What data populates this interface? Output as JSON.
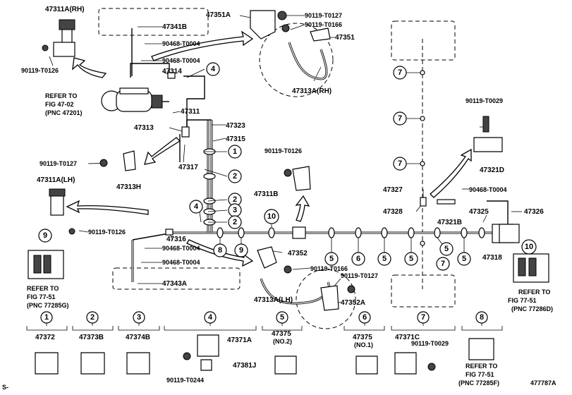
{
  "diagram_id": "477787A",
  "corner_mark": "S-",
  "labels": {
    "p47311a_rh": "47311A(RH)",
    "p47341b": "47341B",
    "p90468_t0004_a": "90468-T0004",
    "p90468_t0004_b": "90468-T0004",
    "p47314": "47314",
    "p90119_t0126_a": "90119-T0126",
    "refer_to_a": "REFER TO",
    "fig_47_02": "FIG 47-02",
    "pnc_47201": "(PNC 47201)",
    "p47311": "47311",
    "p47313": "47313",
    "p47323": "47323",
    "p47315": "47315",
    "p47317": "47317",
    "p90119_t0127_a": "90119-T0127",
    "p47313h": "47313H",
    "p47351a": "47351A",
    "p90119_t0127_b": "90119-T0127",
    "p90119_t0166_a": "90119-T0166",
    "p47351": "47351",
    "p47313a_rh": "47313A(RH)",
    "p90119_t0126_b": "90119-T0126",
    "p47311b": "47311B",
    "p47311a_lh": "47311A(LH)",
    "p90119_t0126_c": "90119-T0126",
    "p47316": "47316",
    "p90468_t0004_c": "90468-T0004",
    "p90468_t0004_d": "90468-T0004",
    "p47343a": "47343A",
    "p47352": "47352",
    "p90119_t0166_b": "90119-T0166",
    "p90119_t0127_c": "90119-T0127",
    "p47313a_lh": "47313A(LH)",
    "p47352a": "47352A",
    "p90119_t0029_a": "90119-T0029",
    "p47321d": "47321D",
    "p47327": "47327",
    "p90468_t0004_e": "90468-T0004",
    "p47328": "47328",
    "p47321b": "47321B",
    "p47325": "47325",
    "p47326": "47326",
    "p47318": "47318",
    "refer_to_b": "REFER TO",
    "fig_77_51_b": "FIG 77-51",
    "pnc_77285g": "(PNC 77285G)",
    "refer_to_c": "REFER TO",
    "fig_77_51_c": "FIG 77-51",
    "pnc_77286d": "(PNC 77286D)",
    "p47372": "47372",
    "p47373b": "47373B",
    "p47374b": "47374B",
    "p47371a": "47371A",
    "p47381j": "47381J",
    "p90119_t0244": "90119-T0244",
    "p47375_no2": "47375",
    "no2": "(NO.2)",
    "p47375_no1": "47375",
    "no1": "(NO.1)",
    "p47371c": "47371C",
    "p90119_t0029_b": "90119-T0029",
    "refer_to_d": "REFER TO",
    "fig_77_51_d": "FIG 77-51",
    "pnc_77285f": "(PNC 77285F)"
  },
  "callouts": {
    "n1": "1",
    "n2": "2",
    "n3": "3",
    "n4": "4",
    "n5": "5",
    "n6": "6",
    "n7": "7",
    "n8": "8",
    "n9": "9",
    "n10": "10"
  },
  "legend_items": [
    {
      "num": "1",
      "part": "47372"
    },
    {
      "num": "2",
      "part": "47373B"
    },
    {
      "num": "3",
      "part": "47374B"
    },
    {
      "num": "4",
      "part": "47371A"
    },
    {
      "num": "5",
      "part": "47375"
    },
    {
      "num": "6",
      "part": "47375"
    },
    {
      "num": "7",
      "part": "47371C"
    },
    {
      "num": "8",
      "part": "REFER TO"
    }
  ]
}
